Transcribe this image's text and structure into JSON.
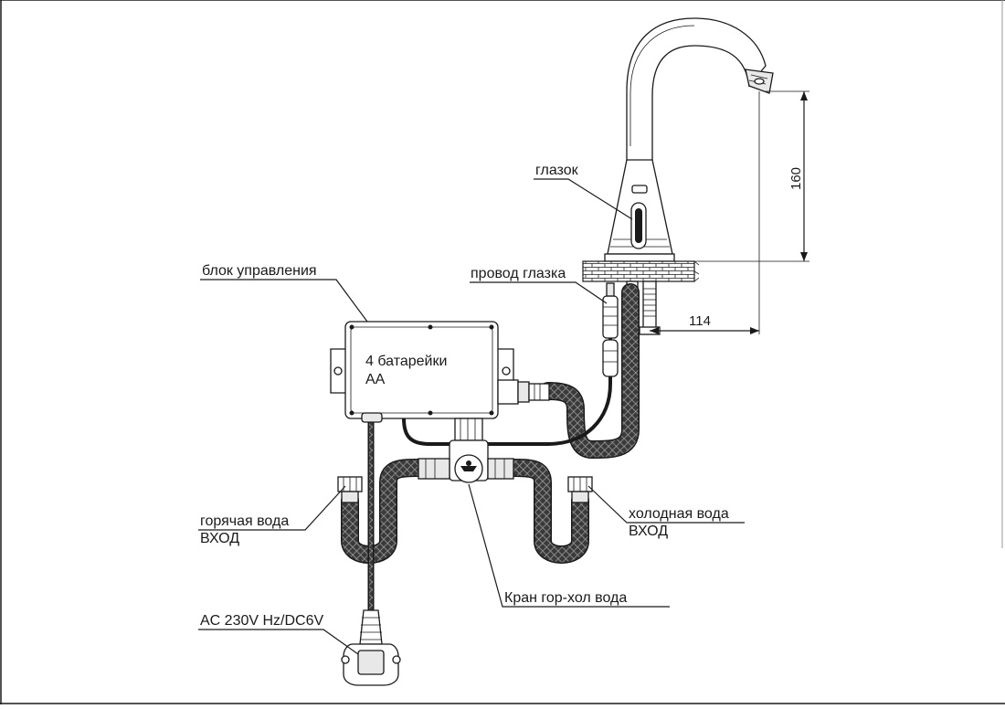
{
  "labels": {
    "sensor": "глазок",
    "sensor_wire": "провод глазка",
    "control_unit": "блок управления",
    "batteries_line1": "4 батарейки",
    "batteries_line2": "АА",
    "hot_line1": "горячая вода",
    "hot_line2": "ВХОД",
    "cold_line1": "холодная вода",
    "cold_line2": "ВХОД",
    "mixer_valve": "Кран гор-хол вода",
    "power": "AC 230V Hz/DC6V"
  },
  "dimensions": {
    "height": "160",
    "reach": "114"
  },
  "colors": {
    "line": "#1a1a1a",
    "hose_pattern": "#6e6e6e",
    "background": "#ffffff"
  }
}
